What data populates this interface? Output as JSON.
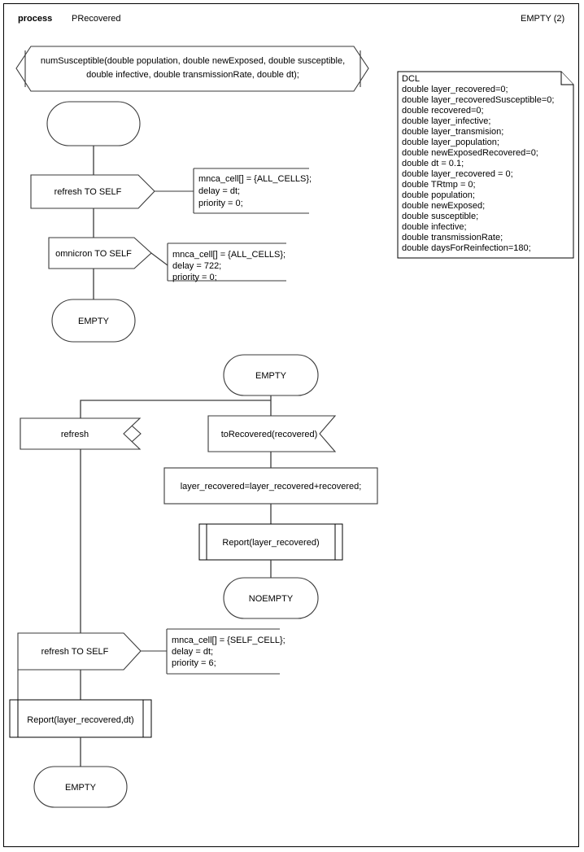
{
  "header": {
    "keyword": "process",
    "name": "PRecovered",
    "page_label": "EMPTY (2)"
  },
  "procedure_header": {
    "line1": "numSusceptible(double population, double newExposed, double susceptible,",
    "line2": "double infective, double transmissionRate, double dt);"
  },
  "declaration": {
    "title": "DCL",
    "lines": [
      "double layer_recovered=0;",
      "double layer_recoveredSusceptible=0;",
      "double recovered=0;",
      "double layer_infective;",
      "double layer_transmision;",
      "double layer_population;",
      "double newExposedRecovered=0;",
      "double dt = 0.1;",
      "double layer_recovered = 0;",
      "double TRtmp = 0;",
      "double population;",
      "double newExposed;",
      "double susceptible;",
      "double infective;",
      "double transmissionRate;",
      "double daysForReinfection=180;"
    ]
  },
  "nodes": {
    "start_state": "",
    "output_refresh_self_1": "refresh TO SELF",
    "output_omnicron_self": "omnicron TO SELF",
    "state_empty_1": "EMPTY",
    "state_empty_2": "EMPTY",
    "input_refresh": "refresh",
    "input_torecovered": "toRecovered(recovered)",
    "task_assign": "layer_recovered=layer_recovered+recovered;",
    "proc_report_1": "Report(layer_recovered)",
    "state_noempty": "NOEMPTY",
    "output_refresh_self_2": "refresh TO SELF",
    "proc_report_2": "Report(layer_recovered,dt)",
    "state_empty_3": "EMPTY"
  },
  "comments": {
    "comment_1": [
      "mnca_cell[] = {ALL_CELLS};",
      "delay = dt;",
      "priority = 0;"
    ],
    "comment_2": [
      "mnca_cell[] = {ALL_CELLS};",
      "delay = 722;",
      "priority = 0;"
    ],
    "comment_3": [
      "mnca_cell[] = {SELF_CELL};",
      "delay = dt;",
      "priority = 6;"
    ]
  },
  "colors": {
    "line": "#3a3a3a",
    "text": "#000000",
    "background": "#ffffff"
  }
}
